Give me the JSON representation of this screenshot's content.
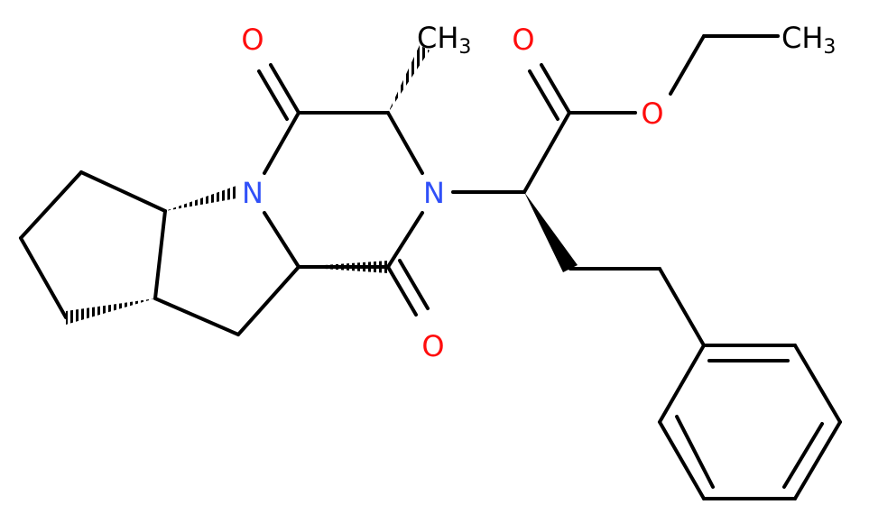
{
  "colors": {
    "carbon": "#000000",
    "oxygen": "#ff0d0d",
    "nitrogen": "#3050f8",
    "background": "#ffffff"
  },
  "labels": {
    "o_top": "O",
    "o_ester": "O",
    "o_bottom": "O",
    "o_ether": "O",
    "n_left": "N",
    "n_right": "N",
    "ch3_a_main": "CH",
    "ch3_a_sub": "3",
    "ch3_b_main": "CH",
    "ch3_b_sub": "3"
  }
}
